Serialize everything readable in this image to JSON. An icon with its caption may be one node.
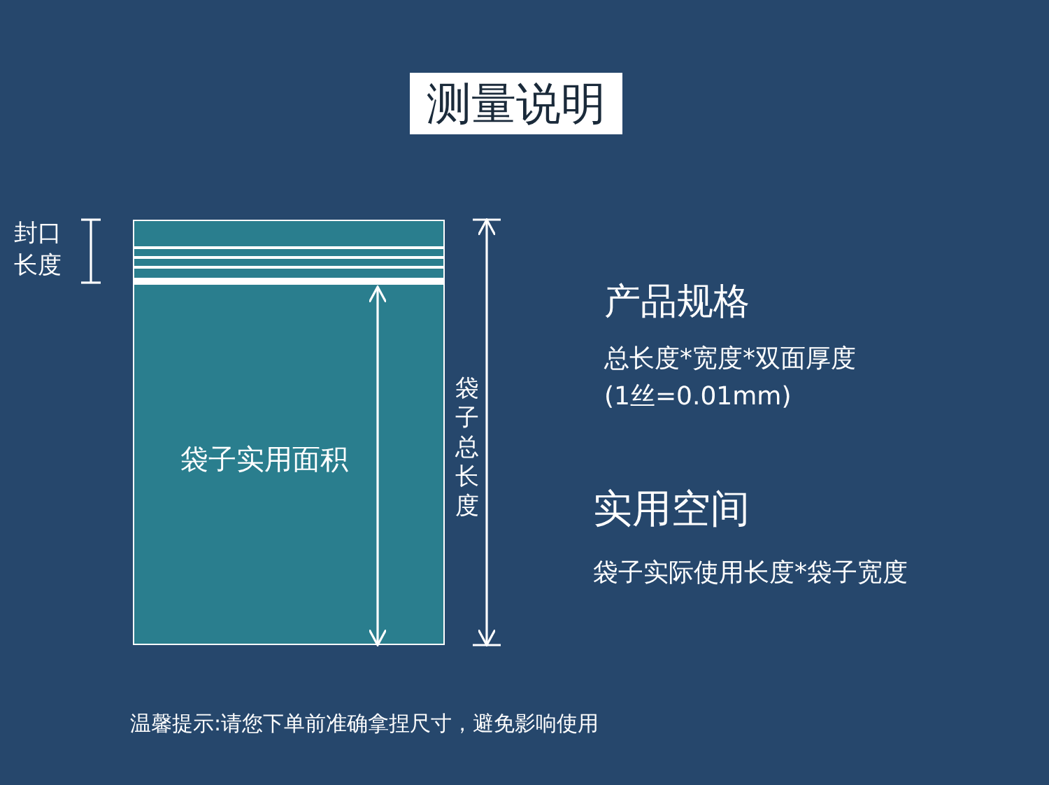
{
  "diagram": {
    "title": "测量说明",
    "nodes": [
      {
        "text": [
          "袋子实用面积"
        ]
      }
    ],
    "labels": [
      "封口长度",
      "袋子总长度",
      "产品规格",
      "总长度*宽度*双面厚度",
      "(1丝=0.01mm)",
      "实用空间",
      "袋子实际使用长度*袋子宽度",
      "温馨提示:请您下单前准确拿捏尺寸，避免影响使用"
    ]
  }
}
